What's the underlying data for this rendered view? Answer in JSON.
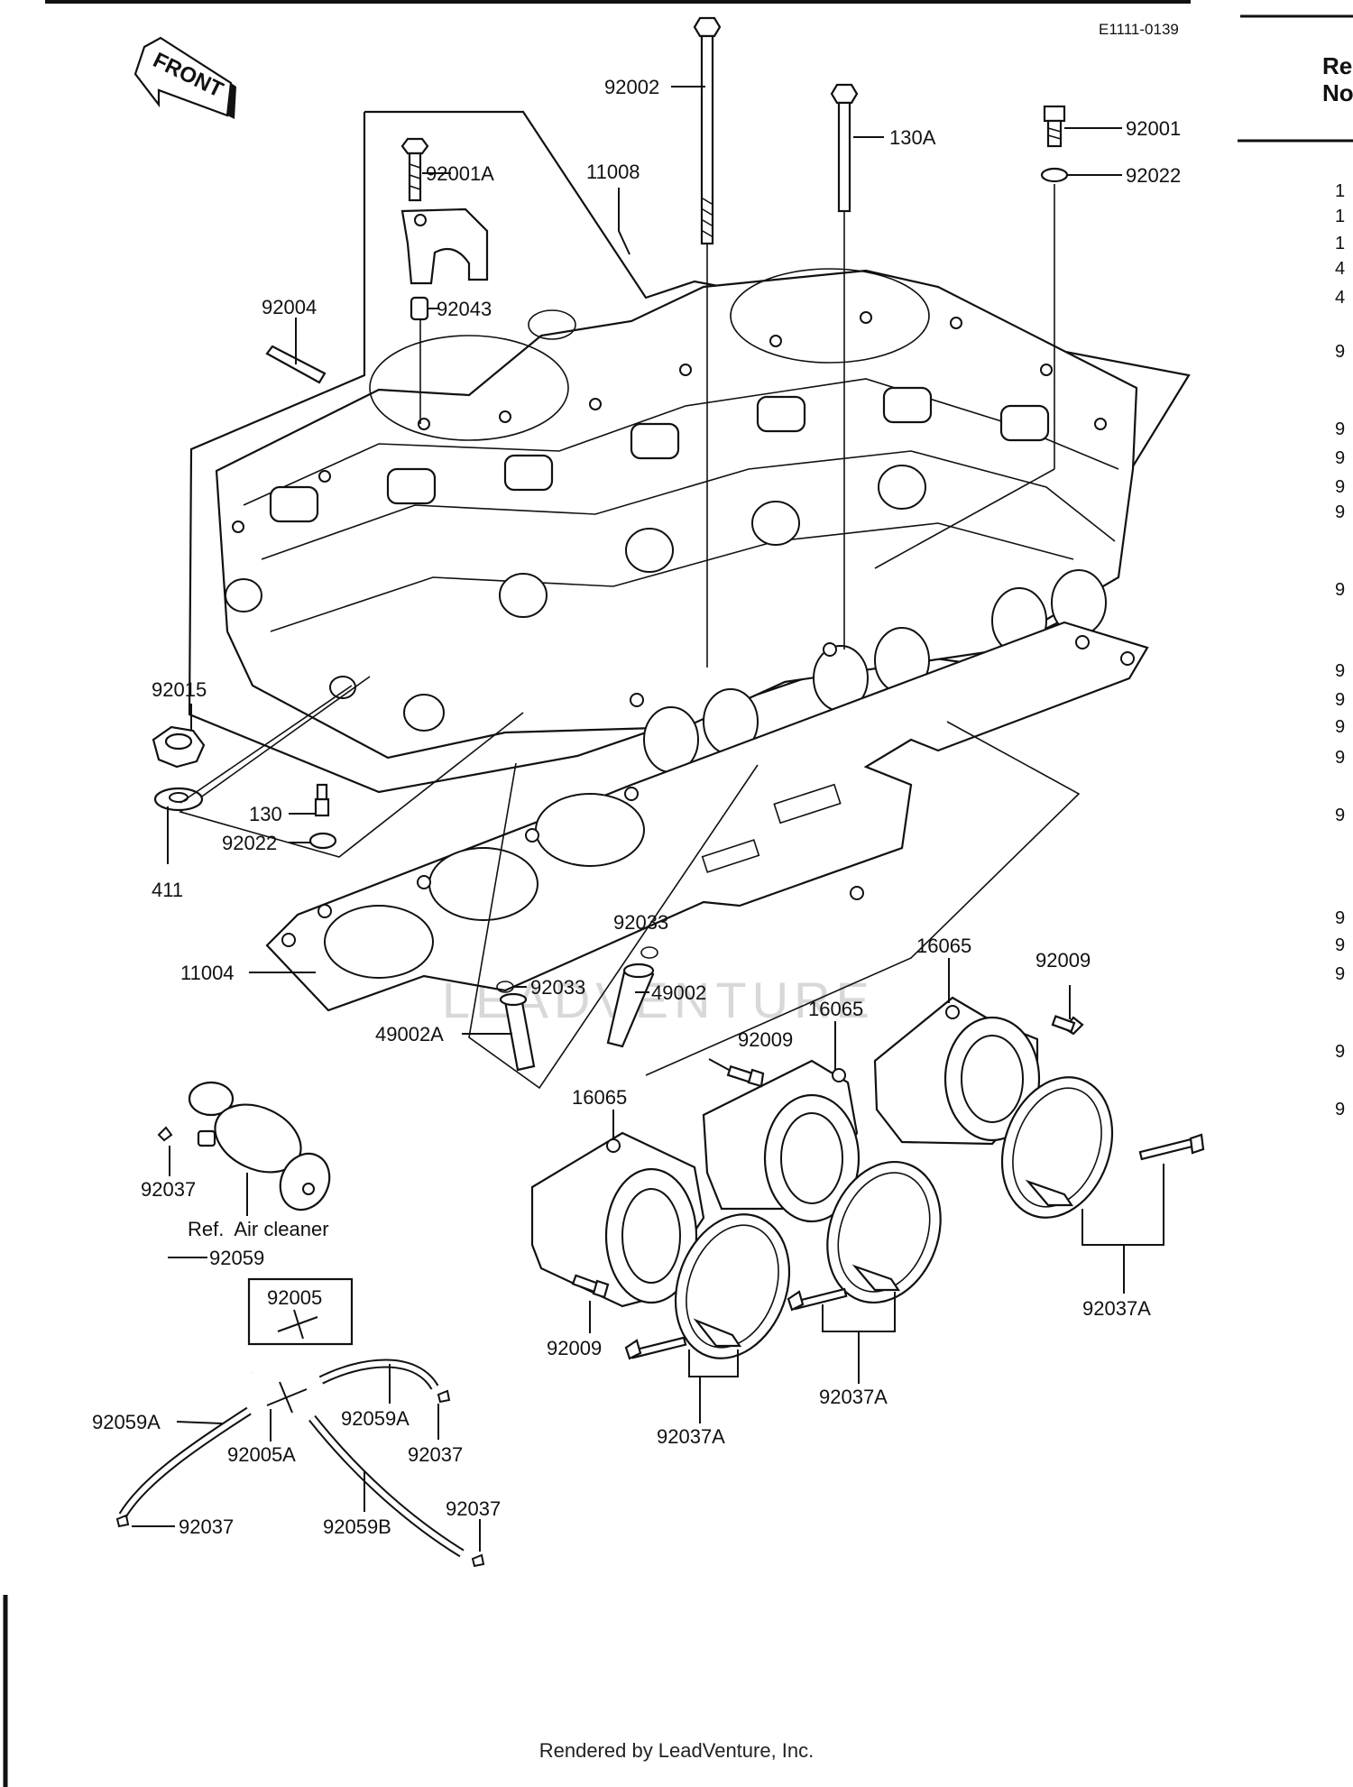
{
  "diagram_code": "E1111-0139",
  "front_arrow_label": "FRONT",
  "watermark": "LEADVENTURE",
  "side_column": {
    "header_line1": "Re",
    "header_line2": "No",
    "row_marks": [
      "1",
      "1",
      "1",
      "4",
      "4",
      "9",
      "9",
      "9",
      "9",
      "9",
      "9",
      "9",
      "9",
      "9",
      "9",
      "9",
      "9",
      "9",
      "9",
      "9",
      "9"
    ]
  },
  "labels": {
    "p92002": "92002",
    "p130A": "130A",
    "p92001": "92001",
    "p92022_top": "92022",
    "p92001A": "92001A",
    "p11008": "11008",
    "p92004": "92004",
    "p92043": "92043",
    "p92015": "92015",
    "p130": "130",
    "p92022": "92022",
    "p411": "411",
    "p11004": "11004",
    "p92033_a": "92033",
    "p92033_b": "92033",
    "p49002": "49002",
    "p49002A": "49002A",
    "p16065_a": "16065",
    "p16065_b": "16065",
    "p16065_c": "16065",
    "p92009_a": "92009",
    "p92009_b": "92009",
    "p92009_c": "92009",
    "p92037_a": "92037",
    "ref_air_cleaner": "Ref.  Air cleaner",
    "p92059": "92059",
    "p92005": "92005",
    "p92059A_a": "92059A",
    "p92059A_b": "92059A",
    "p92005A": "92005A",
    "p92037_b": "92037",
    "p92037_c": "92037",
    "p92059B": "92059B",
    "p92037_d": "92037",
    "p92037A_a": "92037A",
    "p92037A_b": "92037A",
    "p92037A_c": "92037A"
  },
  "footer": "Rendered by LeadVenture, Inc."
}
